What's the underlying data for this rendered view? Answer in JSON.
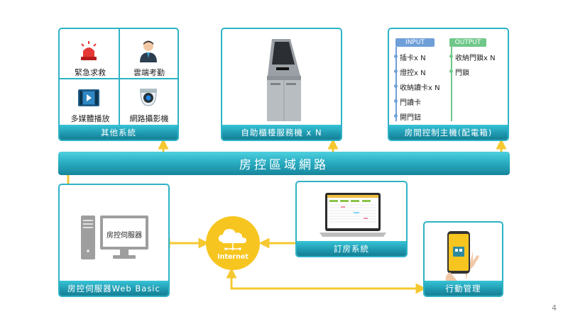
{
  "other_systems": {
    "title": "其他系統",
    "items": [
      "緊急求救",
      "雲端考勤",
      "多媒體播放",
      "網路攝影機"
    ]
  },
  "kiosk": {
    "title": "自助櫃檯服務機 x N"
  },
  "room_controller": {
    "title": "房間控制主機(配電箱)",
    "input_label": "INPUT",
    "output_label": "OUTPUT",
    "inputs": [
      "插卡x N",
      "燈控x N",
      "收納讀卡x N",
      "門讀卡",
      "開門鈕"
    ],
    "outputs": [
      "收納門鎖x N",
      "門鎖"
    ],
    "input_color": "#6f9fd8",
    "output_color": "#6fc88a"
  },
  "network": {
    "label": "房控區域網路"
  },
  "server": {
    "title": "房控伺服器Web Basic",
    "monitor_label": "房控伺服器"
  },
  "internet": {
    "label": "Internet"
  },
  "booking": {
    "title": "訂房系統"
  },
  "mobile": {
    "title": "行動管理"
  },
  "page_number": "4",
  "colors": {
    "accent": "#2eb2c6",
    "arrow": "#f5c832",
    "cloud": "#f7c520"
  }
}
